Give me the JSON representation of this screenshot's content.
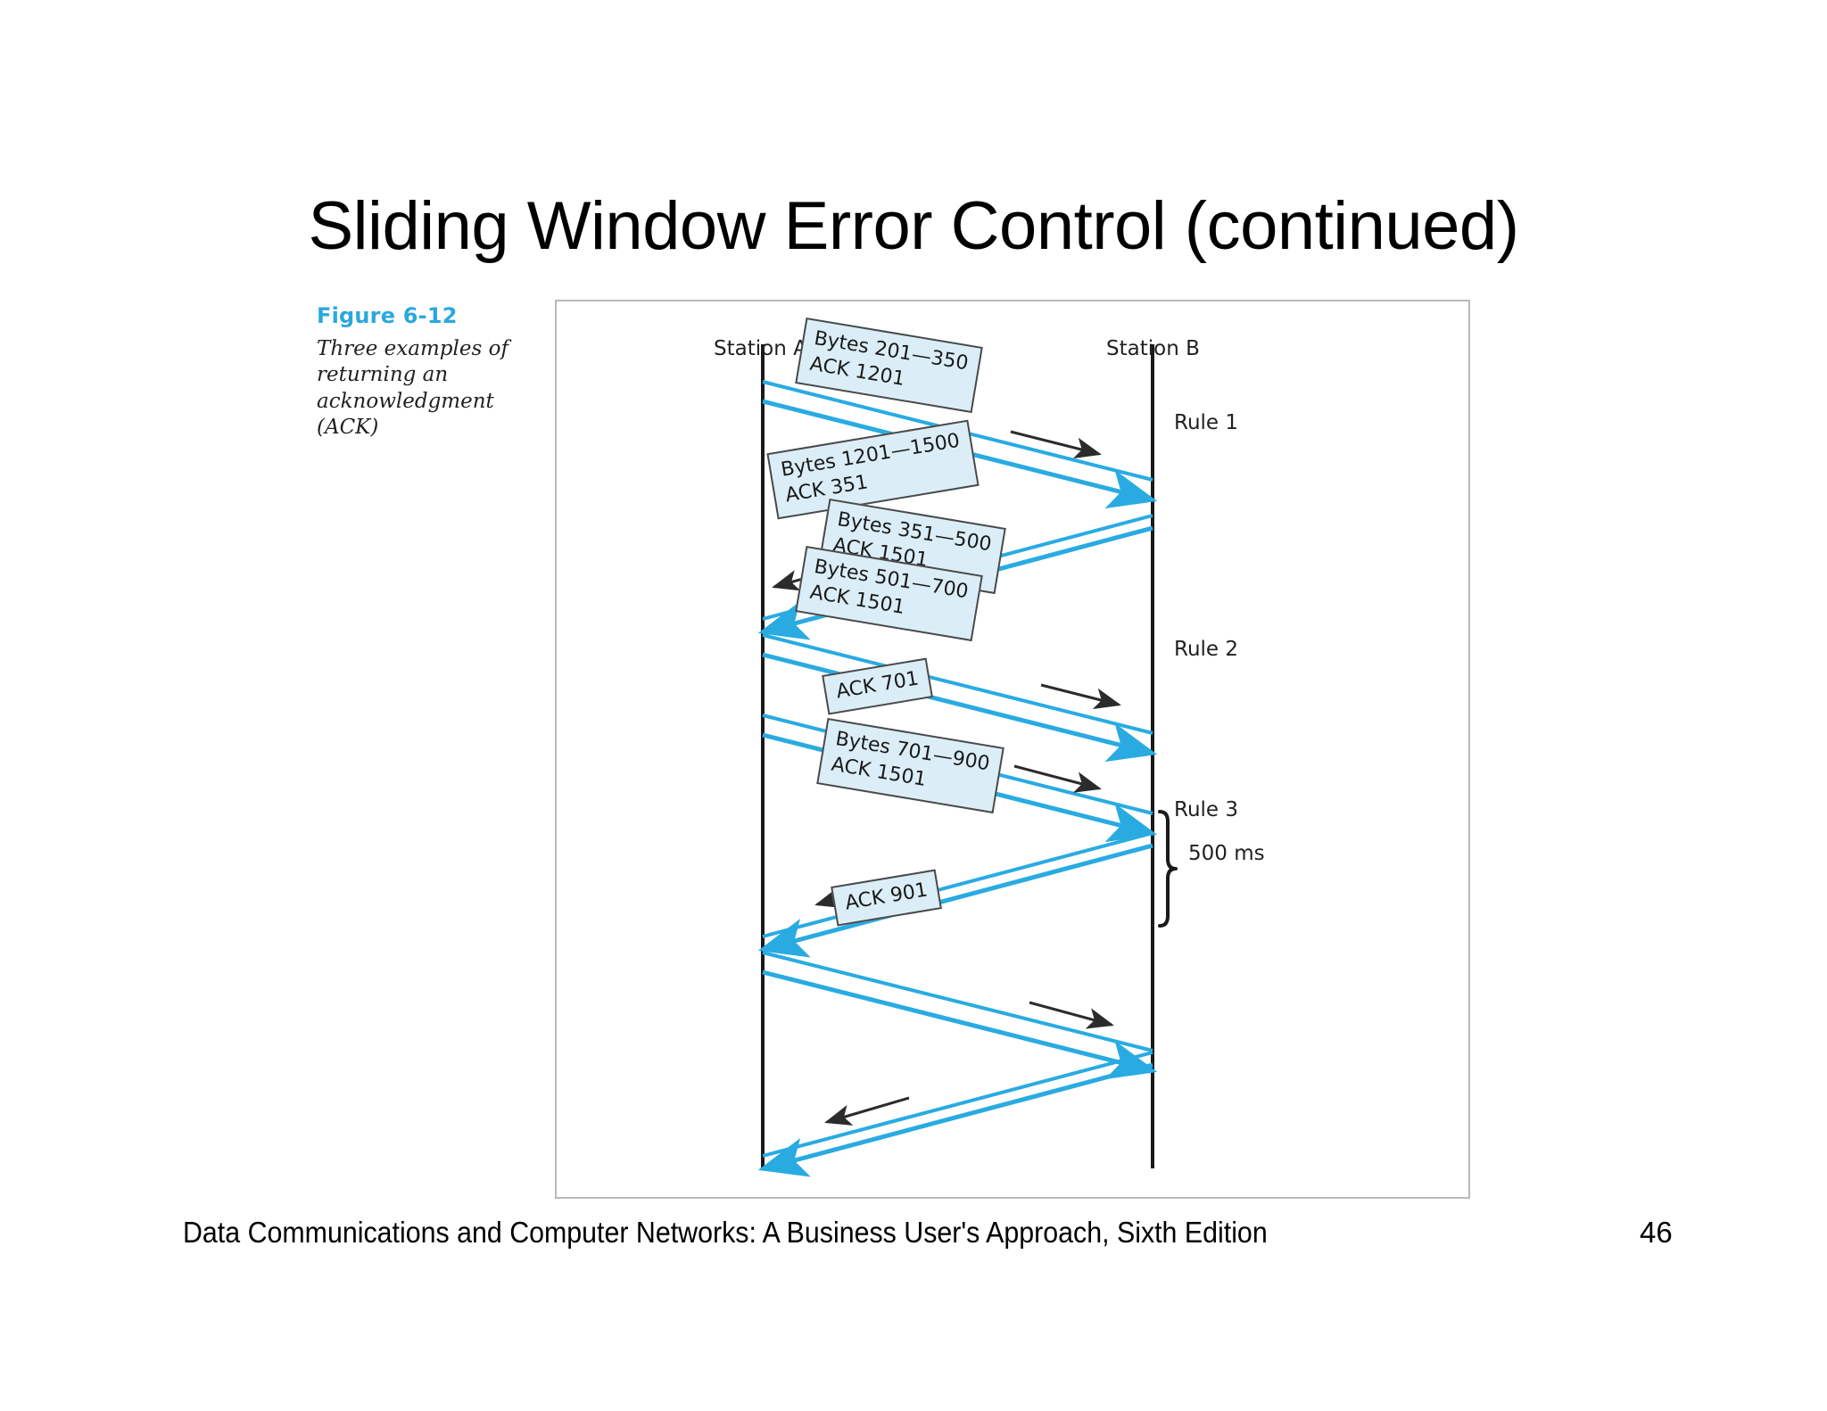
{
  "slide": {
    "title": "Sliding Window Error Control (continued)",
    "footer": "Data Communications and Computer Networks: A Business User's Approach, Sixth Edition",
    "page_number": "46"
  },
  "figure": {
    "number": "Figure 6-12",
    "description": "Three examples of returning an acknowledgment (ACK)",
    "caption_accent_color": "#2BA8DE"
  },
  "diagram": {
    "type": "sequence-timing-diagram",
    "colors": {
      "arrow_cyan": "#29ABE2",
      "arrow_black": "#2b2b2b",
      "box_fill": "#DBEEF7",
      "box_border": "#4A4A4A",
      "frame_border": "#B9B9BD"
    },
    "stations": [
      {
        "id": "a",
        "label": "Station A"
      },
      {
        "id": "b",
        "label": "Station B"
      }
    ],
    "annotations": [
      {
        "id": "rule-1",
        "label": "Rule 1"
      },
      {
        "id": "rule-2",
        "label": "Rule 2"
      },
      {
        "id": "rule-3",
        "label": "Rule 3"
      },
      {
        "id": "timing",
        "label": "500 ms"
      }
    ],
    "messages": [
      {
        "id": "msg-1",
        "direction": "a-to-b",
        "line1": "Bytes 201—350",
        "line2": "ACK 1201"
      },
      {
        "id": "msg-2",
        "direction": "b-to-a",
        "line1": "Bytes 1201—1500",
        "line2": "ACK 351"
      },
      {
        "id": "msg-3",
        "direction": "a-to-b",
        "line1": "Bytes 351—500",
        "line2": "ACK 1501"
      },
      {
        "id": "msg-4",
        "direction": "a-to-b",
        "line1": "Bytes 501—700",
        "line2": "ACK 1501"
      },
      {
        "id": "msg-5",
        "direction": "b-to-a",
        "line1": "ACK 701",
        "line2": ""
      },
      {
        "id": "msg-6",
        "direction": "a-to-b",
        "line1": "Bytes 701—900",
        "line2": "ACK 1501"
      },
      {
        "id": "msg-7",
        "direction": "b-to-a",
        "line1": "ACK 901",
        "line2": ""
      }
    ]
  }
}
